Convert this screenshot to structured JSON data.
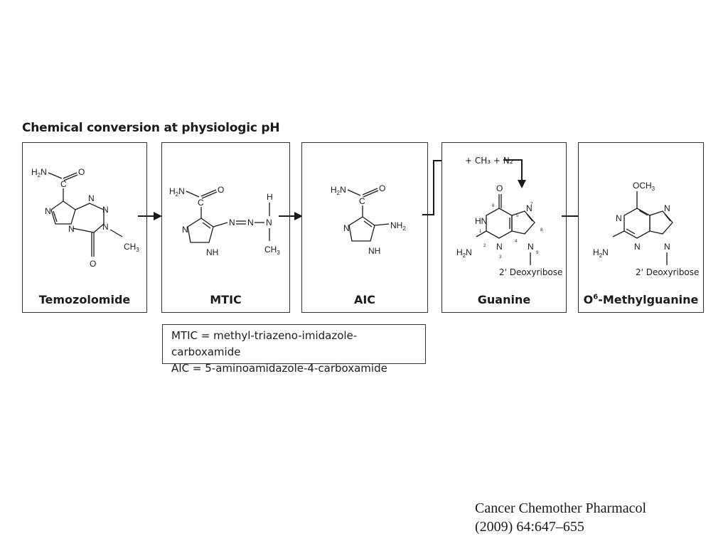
{
  "diagram": {
    "title": "Chemical conversion at physiologic pH",
    "compounds": [
      {
        "name": "Temozolomide"
      },
      {
        "name": "MTIC"
      },
      {
        "name": "AIC"
      },
      {
        "name": "Guanine",
        "deoxy_label": "2' Deoxyribose",
        "reagents": "+ CH₃  + N₂"
      },
      {
        "name_prefix": "O",
        "name_sup": "6",
        "name_rest": "-Methylguanine",
        "deoxy_label": "2' Deoxyribose"
      }
    ],
    "legend": [
      "MTIC = methyl-triazeno-imidazole-carboxamide",
      "AIC = 5-aminoamidazole-4-carboxamide"
    ]
  },
  "citation": {
    "line1": "Cancer Chemother Pharmacol",
    "line2": "(2009) 64:647–655"
  }
}
